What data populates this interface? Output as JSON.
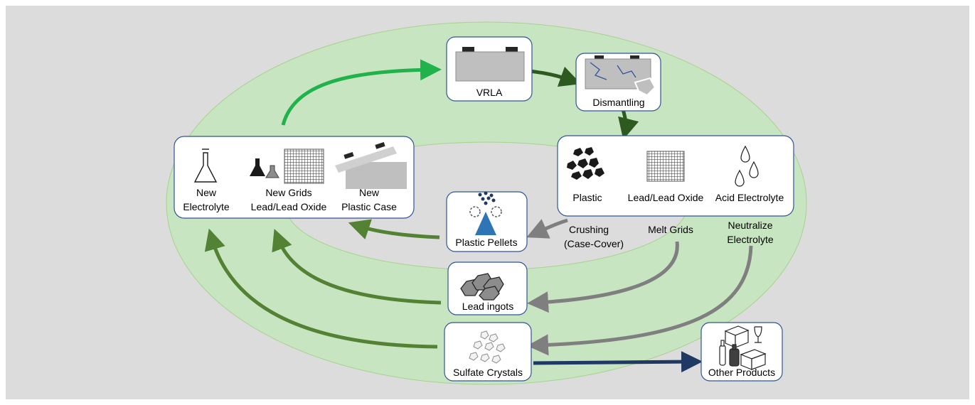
{
  "nodes": {
    "vrla": {
      "label": "VRLA"
    },
    "dismantling": {
      "label": "Dismantling"
    },
    "plastic": {
      "label": "Plastic"
    },
    "lead_oxide": {
      "label": "Lead/Lead Oxide"
    },
    "acid": {
      "label": "Acid Electrolyte"
    },
    "new_electrolyte": {
      "line1": "New",
      "line2": "Electrolyte"
    },
    "new_grids": {
      "line1": "New Grids",
      "line2": "Lead/Lead Oxide"
    },
    "new_case": {
      "line1": "New",
      "line2": "Plastic Case"
    },
    "plastic_pellets": {
      "label": "Plastic Pellets"
    },
    "lead_ingots": {
      "label": "Lead ingots"
    },
    "sulfate_crystals": {
      "label": "Sulfate Crystals"
    },
    "other_products": {
      "label": "Other Products"
    }
  },
  "process_labels": {
    "crushing_1": "Crushing",
    "crushing_2": "(Case-Cover)",
    "melt_grids": "Melt Grids",
    "neutralize_1": "Neutralize",
    "neutralize_2": "Electrolyte"
  },
  "colors": {
    "background": "#dcdcdc",
    "ring": "#c7e5c0",
    "bright_green_arrow": "#21b24b",
    "dark_green_arrow": "#2e5a1f",
    "mid_green_arrow": "#548235",
    "gray_arrow": "#7f7f7f",
    "navy_arrow": "#1f3864",
    "box_border": "#2f5597"
  }
}
